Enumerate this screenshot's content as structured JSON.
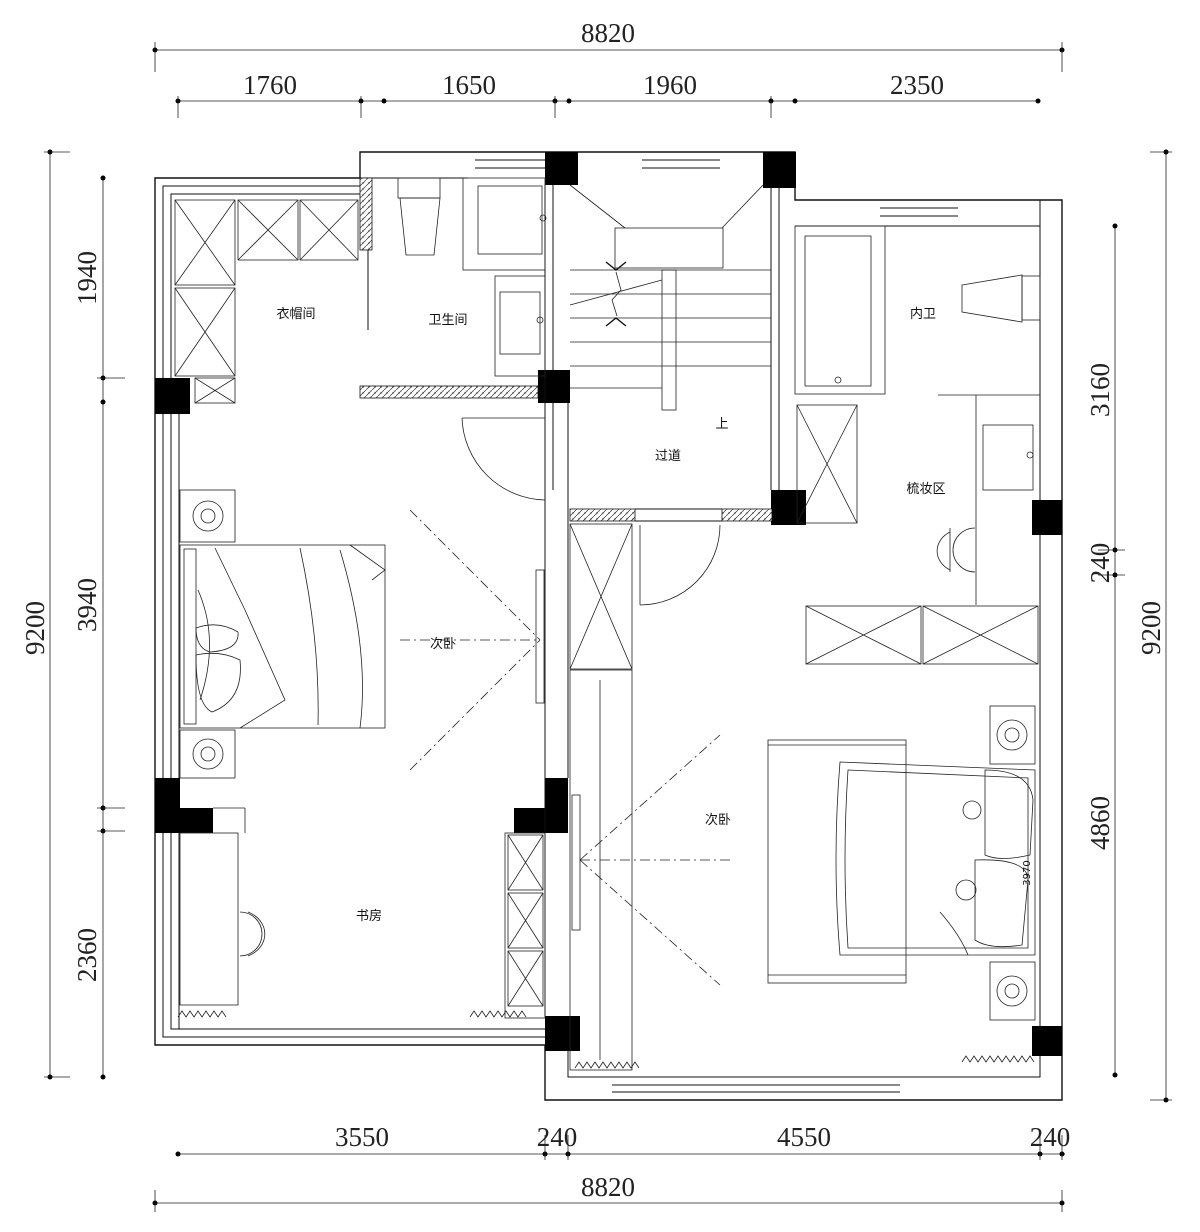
{
  "dimensions": {
    "top_total": "8820",
    "top_segments": [
      "1760",
      "1650",
      "1960",
      "2350"
    ],
    "bottom_segments": [
      "3550",
      "240",
      "4550",
      "240"
    ],
    "bottom_total": "8820",
    "left_total": "9200",
    "left_segments": [
      "1940",
      "3940",
      "2360"
    ],
    "right_total": "9200",
    "right_segments": [
      "3160",
      "240",
      "4860"
    ]
  },
  "rooms": {
    "cloakroom": "衣帽间",
    "bathroom": "卫生间",
    "inner_bath": "内卫",
    "up": "上",
    "corridor": "过道",
    "vanity": "梳妆区",
    "bedroom_left": "次卧",
    "bedroom_right": "次卧",
    "study": "书房"
  },
  "annotations": {
    "bed_note": "3970"
  }
}
